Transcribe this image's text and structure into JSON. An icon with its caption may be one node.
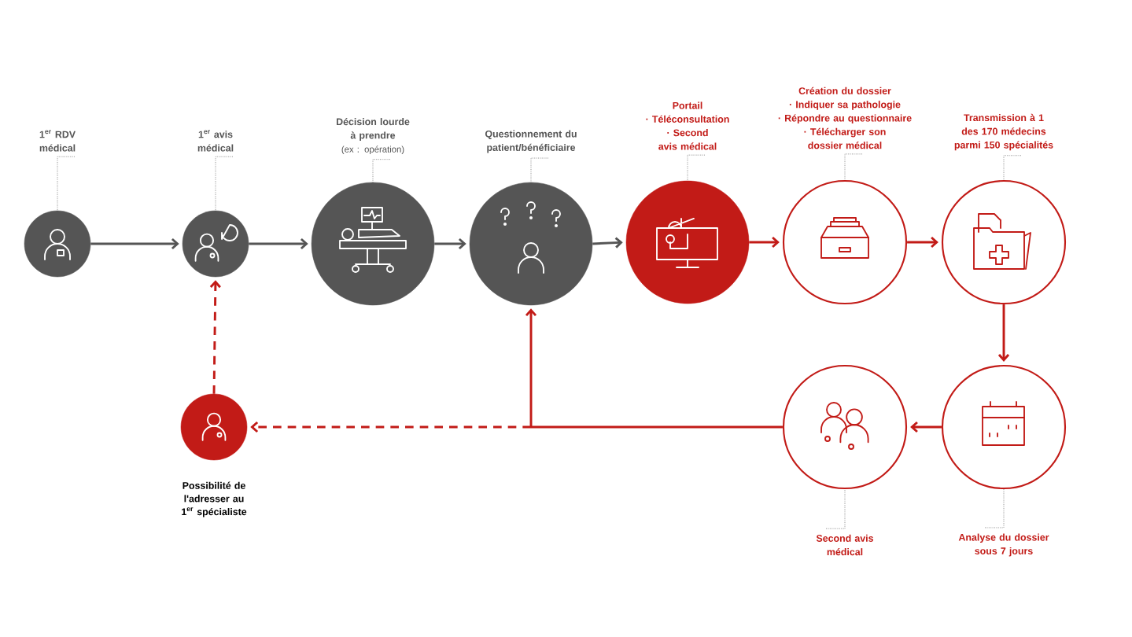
{
  "diagram": {
    "nodes": [
      {
        "text": [
          "1$^{er}$ RDV médical"
        ]
      },
      {
        "text": [],
        "shape": "circle"
      },
      {
        "text": [
          "1$^{er}$ avis médical"
        ]
      },
      {
        "text": [],
        "shape": "circle"
      },
      {
        "text": [
          "Décision lourde à prendre",
          "(ex : opération)"
        ]
      },
      {
        "text": [],
        "shape": "circle"
      },
      {
        "text": [
          "Questionnement du patient/bénéficiaire"
        ]
      },
      {
        "text": [],
        "shape": "circle"
      },
      {
        "text": [
          "Portail",
          "· Téléconsultation",
          "· Second avis médical"
        ]
      },
      {
        "text": [],
        "shape": "circle"
      },
      {
        "text": [
          "Création du dossier",
          "· Indiquer sa pathologie",
          "· Répondre au questionnaire",
          "· Télécharger son dossier médical"
        ]
      },
      {
        "text": [],
        "shape": "circle"
      },
      {
        "text": [
          "Transmission à 1 des 170 médecins parmi 150 spécialités"
        ]
      },
      {
        "text": [],
        "shape": "circle"
      },
      {
        "text": [],
        "shape": "circle",
        "beside": [
          "Possibilité de l'adresser au 1$^{er}$ spécialiste"
        ]
      },
      {
        "text": [],
        "shape": "circle"
      },
      {
        "text": [],
        "shape": "circle"
      },
      {
        "text": [
          "Second avis médical"
        ]
      },
      {
        "text": [
          "Analyse du dossier sous 7 jours"
        ]
      }
    ],
    "edges": [
      {
        "from": 0,
        "to": 1,
        "arrow": "none",
        "style": "dashed"
      },
      {
        "from": 2,
        "to": 3,
        "arrow": "none",
        "style": "dashed"
      },
      {
        "from": 4,
        "to": 5,
        "arrow": "none",
        "style": "dashed"
      },
      {
        "from": 6,
        "to": 7,
        "arrow": "none",
        "style": "dashed"
      },
      {
        "from": 8,
        "to": 9,
        "arrow": "none",
        "style": "dashed"
      },
      {
        "from": 10,
        "to": 11,
        "arrow": "none",
        "style": "dashed"
      },
      {
        "from": 12,
        "to": 13,
        "arrow": "none",
        "style": "dashed"
      },
      {
        "from": 1,
        "to": 3,
        "arrow": "to",
        "color": "#555555"
      },
      {
        "from": 3,
        "to": 5,
        "arrow": "to",
        "color": "#555555"
      },
      {
        "from": 5,
        "to": 7,
        "arrow": "to",
        "color": "#555555"
      },
      {
        "from": 7,
        "to": 9,
        "arrow": "to",
        "color": "#555555"
      },
      {
        "from": 9,
        "to": 11,
        "arrow": "to",
        "color": "#c21b17"
      },
      {
        "from": 11,
        "to": 13,
        "arrow": "to",
        "color": "#c21b17"
      },
      {
        "from": 13,
        "to": 16,
        "arrow": "to",
        "color": "#c21b17"
      },
      {
        "from": 16,
        "to": 15,
        "arrow": "to",
        "color": "#c21b17"
      },
      {
        "from": 15,
        "to": 7,
        "arrow": "to",
        "color": "#c21b17"
      },
      {
        "from": 15,
        "to": 14,
        "arrow": "to",
        "style": "dashed",
        "color": "#c21b17"
      },
      {
        "from": 14,
        "to": 3,
        "arrow": "to",
        "style": "dashed",
        "color": "#c21b17"
      },
      {
        "from": 17,
        "to": 15,
        "arrow": "none",
        "style": "dashed"
      },
      {
        "from": 18,
        "to": 16,
        "arrow": "none",
        "style": "dashed"
      }
    ]
  }
}
